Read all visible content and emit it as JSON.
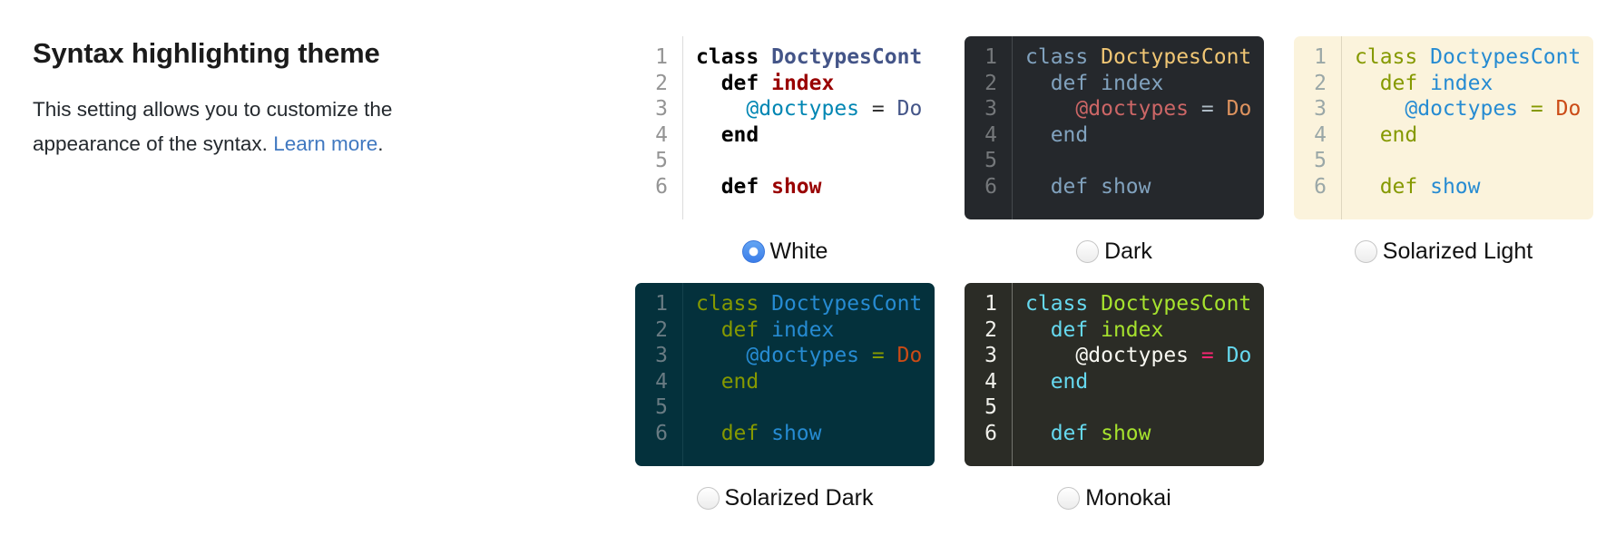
{
  "header": {
    "title": "Syntax highlighting theme",
    "description_before_link": "This setting allows you to customize the appearance of the syntax.",
    "link_text": "Learn more",
    "after_link": "."
  },
  "colors": {
    "page_bg": "#ffffff",
    "title_color": "#1b1b1b",
    "body_text_color": "#24292e",
    "link_color": "#4078c0",
    "radio_selected_top": "#63a5f3",
    "radio_selected_bottom": "#3b7de9"
  },
  "code_sample": {
    "line_numbers": [
      "1",
      "2",
      "3",
      "4",
      "5",
      "6"
    ],
    "lines": [
      [
        [
          "kw",
          "class"
        ],
        [
          "sp",
          " "
        ],
        [
          "cn",
          "DoctypesCont"
        ]
      ],
      [
        [
          "sp",
          "  "
        ],
        [
          "kw",
          "def"
        ],
        [
          "sp",
          " "
        ],
        [
          "fn",
          "index"
        ]
      ],
      [
        [
          "sp",
          "    "
        ],
        [
          "iv",
          "@doctypes"
        ],
        [
          "sp",
          " "
        ],
        [
          "op",
          "="
        ],
        [
          "sp",
          " "
        ],
        [
          "co",
          "Do"
        ]
      ],
      [
        [
          "sp",
          "  "
        ],
        [
          "kw",
          "end"
        ]
      ],
      [],
      [
        [
          "sp",
          "  "
        ],
        [
          "kw",
          "def"
        ],
        [
          "sp",
          " "
        ],
        [
          "fn",
          "show"
        ]
      ]
    ]
  },
  "themes": [
    {
      "id": "white",
      "label": "White",
      "selected": true,
      "colors": {
        "bg": "#ffffff",
        "line_number": "#949494",
        "separator": "#dcdcdc",
        "kw": "#000000",
        "cn": "#445588",
        "fn": "#990000",
        "iv": "#0086b3",
        "op": "#333333",
        "co": "#445588"
      },
      "bold": [
        "kw",
        "cn",
        "fn"
      ]
    },
    {
      "id": "dark",
      "label": "Dark",
      "selected": false,
      "colors": {
        "bg": "#25282c",
        "line_number": "#75787b",
        "separator": "#45494d",
        "kw": "#81a2be",
        "cn": "#f0c674",
        "fn": "#81a2be",
        "iv": "#cc6666",
        "op": "#aebbc5",
        "co": "#de935f"
      },
      "bold": []
    },
    {
      "id": "solarized-light",
      "label": "Solarized Light",
      "selected": false,
      "colors": {
        "bg": "#fbf3dc",
        "line_number": "#9aa7a7",
        "separator": "#ded6bf",
        "kw": "#859900",
        "cn": "#268bd2",
        "fn": "#268bd2",
        "iv": "#268bd2",
        "op": "#859900",
        "co": "#cb4b16"
      },
      "bold": []
    },
    {
      "id": "solarized-dark",
      "label": "Solarized Dark",
      "selected": false,
      "colors": {
        "bg": "#04313c",
        "line_number": "#697b83",
        "separator": "#15424d",
        "kw": "#859900",
        "cn": "#268bd2",
        "fn": "#268bd2",
        "iv": "#268bd2",
        "op": "#859900",
        "co": "#cb4b16"
      },
      "bold": []
    },
    {
      "id": "monokai",
      "label": "Monokai",
      "selected": false,
      "colors": {
        "bg": "#2b2c26",
        "line_number": "#f0f0eb",
        "separator": "#73746e",
        "kw": "#66d9ef",
        "cn": "#a6e22e",
        "fn": "#a6e22e",
        "iv": "#f8f8f2",
        "op": "#f92672",
        "co": "#66d9ef"
      },
      "bold": []
    }
  ]
}
